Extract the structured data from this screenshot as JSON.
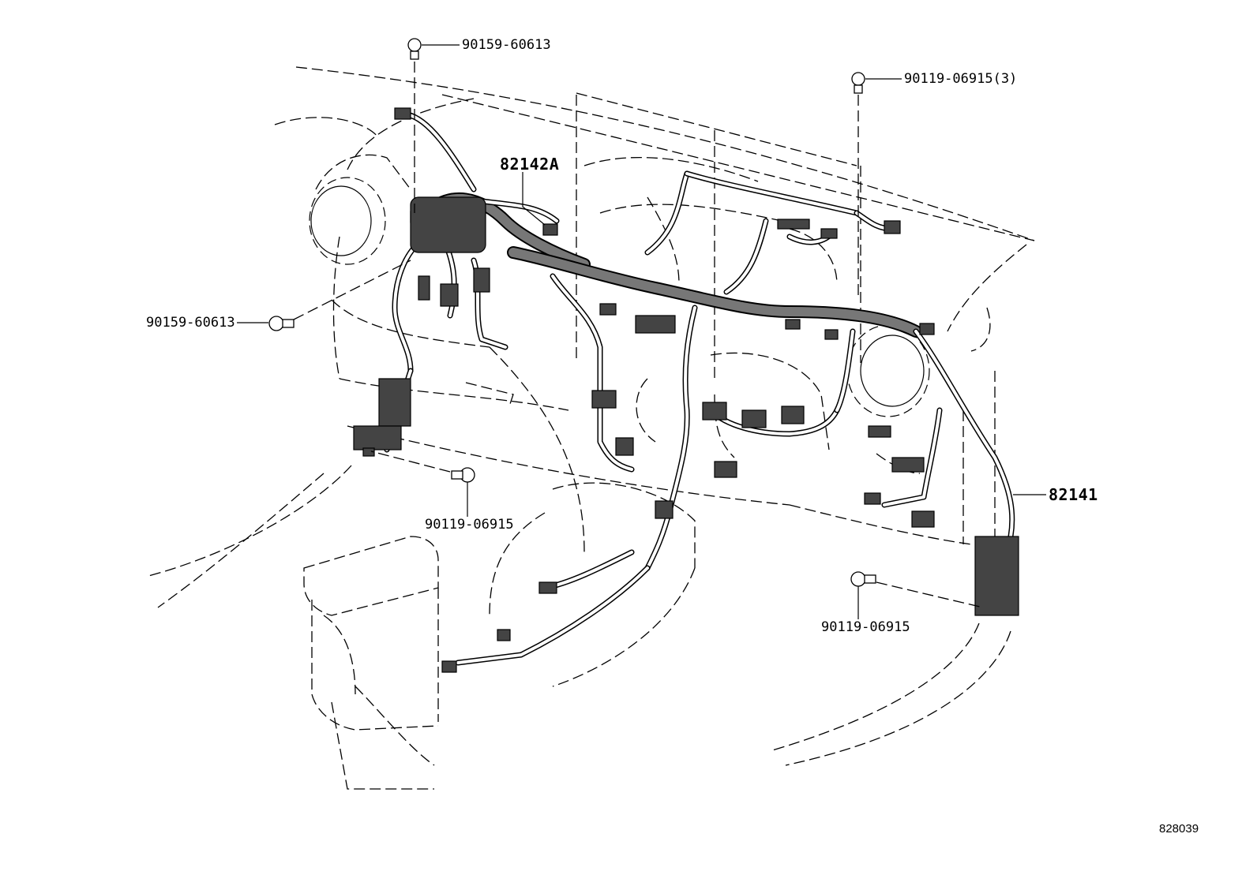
{
  "callouts": [
    {
      "id": "bolt-top-left",
      "text": "90159-60613"
    },
    {
      "id": "bolt-top-right",
      "text": "90119-06915(3)"
    },
    {
      "id": "harness-upper",
      "text": "82142A"
    },
    {
      "id": "bolt-left",
      "text": "90159-60613"
    },
    {
      "id": "bolt-center",
      "text": "90119-06915"
    },
    {
      "id": "harness-main",
      "text": "82141"
    },
    {
      "id": "bolt-right",
      "text": "90119-06915"
    }
  ],
  "diagram_id": "828039"
}
